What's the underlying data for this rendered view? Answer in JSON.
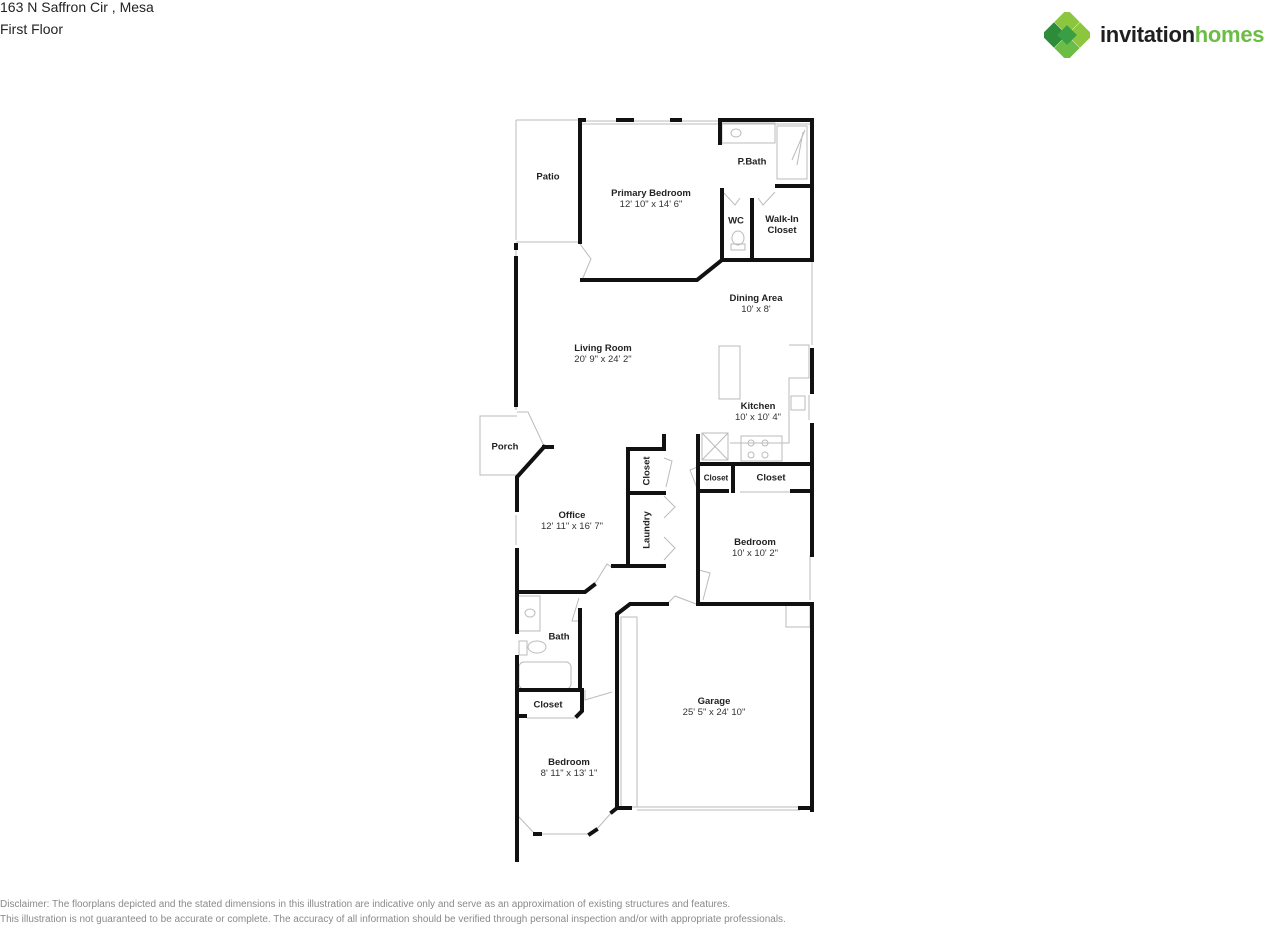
{
  "header": {
    "address": "163 N Saffron Cir , Mesa",
    "floor": "First Floor"
  },
  "brand": {
    "name_part1": "invitation",
    "name_part2": "homes",
    "icon": "diamond-cluster-logo-icon",
    "colors": {
      "dark_green": "#2e8b3a",
      "light_green": "#6cbd45",
      "text": "#1f1f1f"
    }
  },
  "rooms": [
    {
      "name": "Patio",
      "dims": ""
    },
    {
      "name": "Primary Bedroom",
      "dims": "12' 10\" x 14' 6\""
    },
    {
      "name": "P.Bath",
      "dims": ""
    },
    {
      "name": "WC",
      "dims": ""
    },
    {
      "name": "Walk-In Closet",
      "dims": ""
    },
    {
      "name": "Dining Area",
      "dims": "10' x 8'"
    },
    {
      "name": "Living Room",
      "dims": "20' 9\" x 24' 2\""
    },
    {
      "name": "Kitchen",
      "dims": "10' x 10' 4\""
    },
    {
      "name": "Porch",
      "dims": ""
    },
    {
      "name": "Closet",
      "dims": ""
    },
    {
      "name": "Closet",
      "dims": ""
    },
    {
      "name": "Closet",
      "dims": ""
    },
    {
      "name": "Office",
      "dims": "12' 11\" x 16' 7\""
    },
    {
      "name": "Laundry",
      "dims": ""
    },
    {
      "name": "Bedroom",
      "dims": "10' x 10' 2\""
    },
    {
      "name": "Bath",
      "dims": ""
    },
    {
      "name": "Garage",
      "dims": "25' 5\" x 24' 10\""
    },
    {
      "name": "Closet",
      "dims": ""
    },
    {
      "name": "Bedroom",
      "dims": "8' 11\" x 13' 1\""
    }
  ],
  "disclaimer": {
    "line1": "Disclaimer: The floorplans depicted and the stated dimensions in this illustration are indicative only and serve as an approximation of existing structures and features.",
    "line2": "This illustration is not guaranteed to be accurate or complete. The accuracy of all information should be verified through personal inspection and/or with appropriate professionals."
  }
}
